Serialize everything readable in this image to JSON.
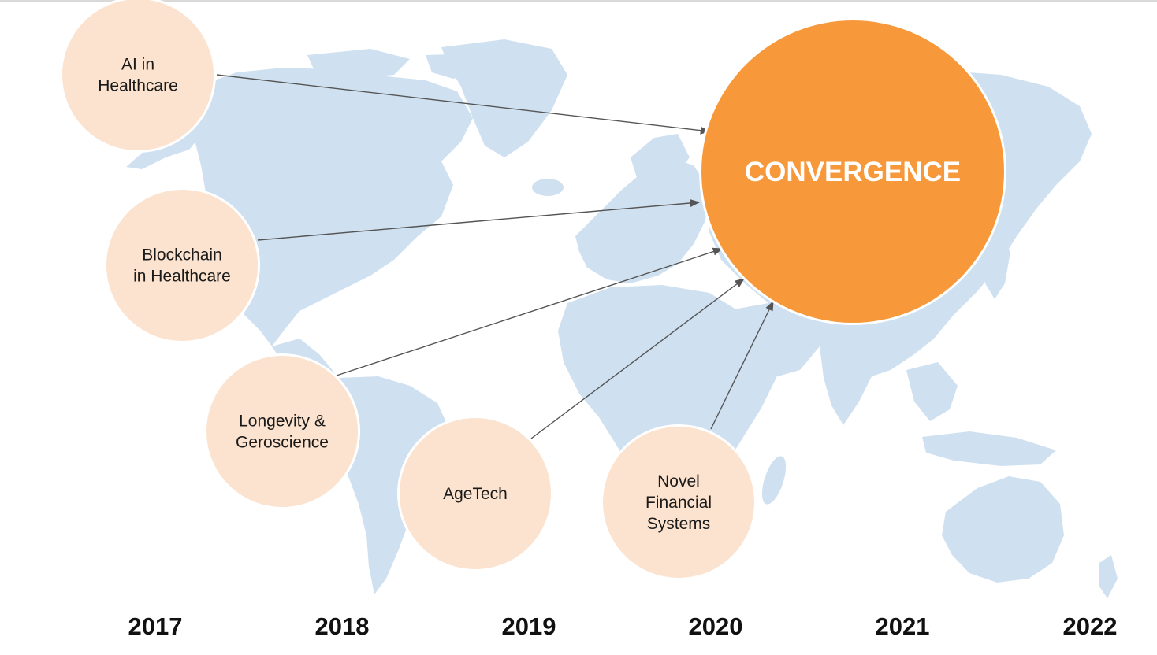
{
  "colors": {
    "map": "#cfe0f0",
    "node_fill": "#fbe3cf",
    "hub_fill": "#f7993a",
    "arrow": "#555555"
  },
  "hub": {
    "label": "CONVERGENCE"
  },
  "nodes": [
    {
      "lines": [
        "AI in",
        "Healthcare"
      ]
    },
    {
      "lines": [
        "Blockchain",
        "in Healthcare"
      ]
    },
    {
      "lines": [
        "Longevity &",
        "Geroscience"
      ]
    },
    {
      "lines": [
        "AgeTech"
      ]
    },
    {
      "lines": [
        "Novel",
        "Financial",
        "Systems"
      ]
    }
  ],
  "timeline": [
    "2017",
    "2018",
    "2019",
    "2020",
    "2021",
    "2022"
  ]
}
